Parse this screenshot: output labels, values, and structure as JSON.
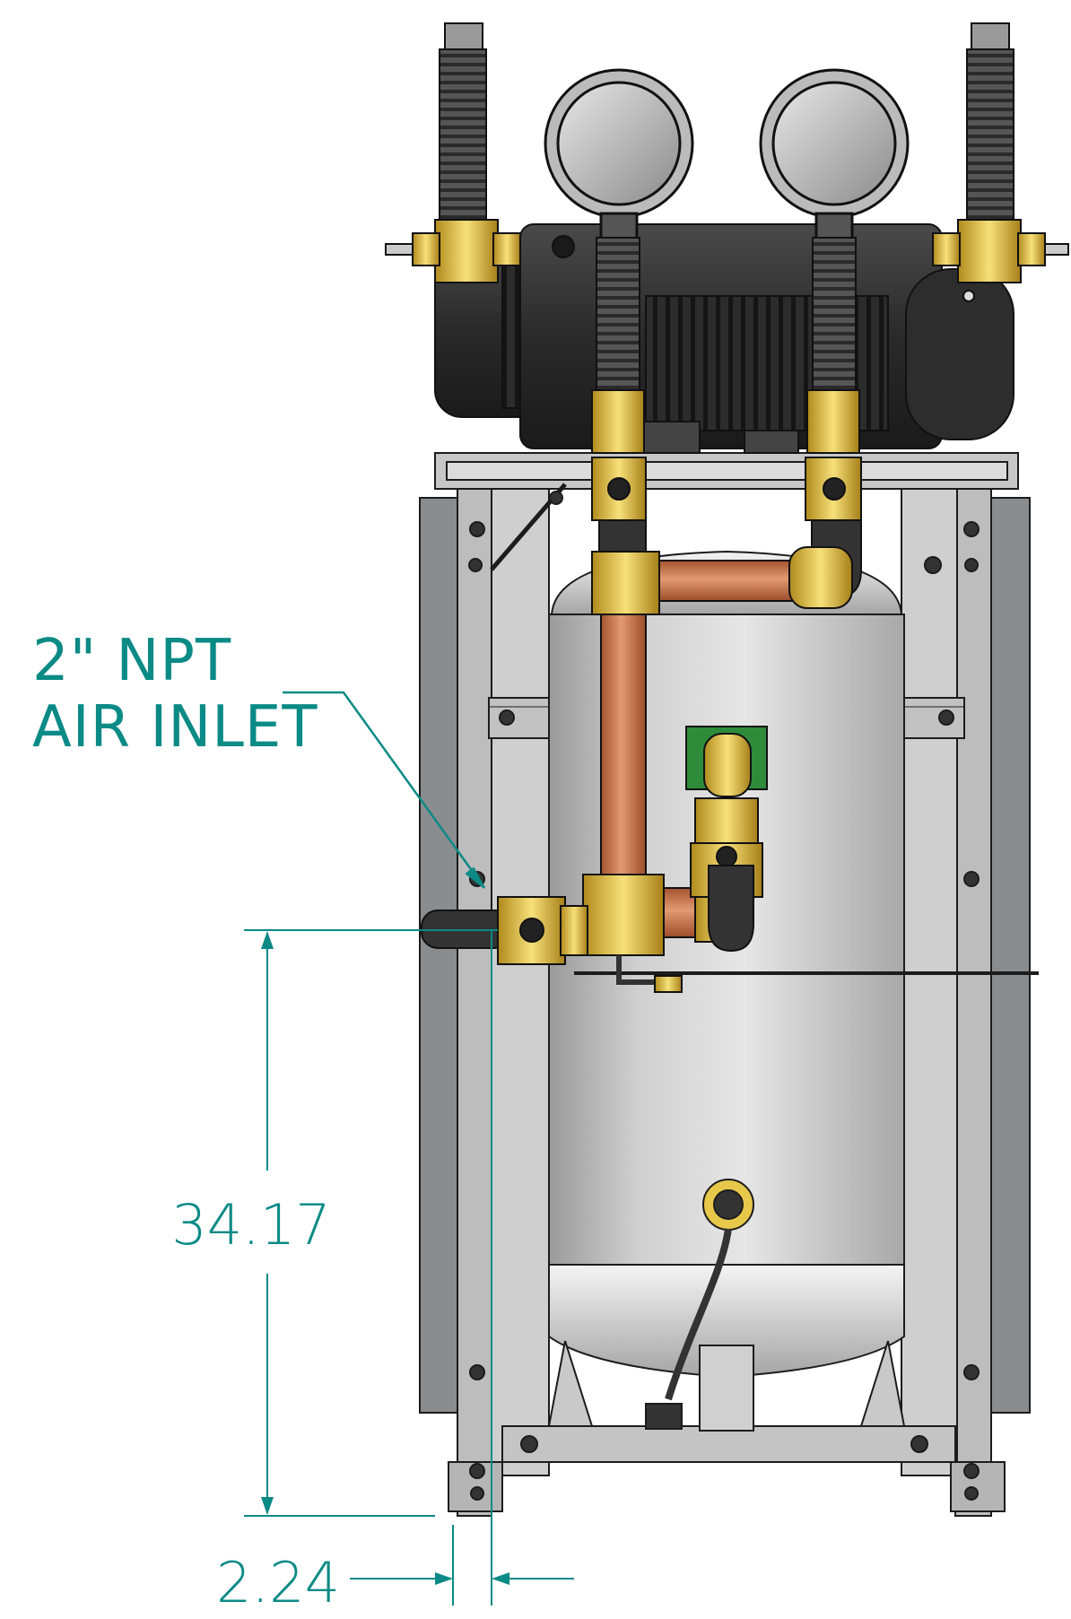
{
  "callout": {
    "line1": "2\" NPT",
    "line2": "AIR INLET"
  },
  "dimensions": {
    "height": "34.17",
    "offset": "2.24"
  },
  "colors": {
    "dimension": "#0b8a86",
    "frame": "#b9b9b9",
    "motor": "#2a2a2a",
    "brass": "#e8c84a",
    "copper": "#c9764e",
    "tank": "#c4c4c4",
    "valve_green": "#2e8b3a"
  }
}
